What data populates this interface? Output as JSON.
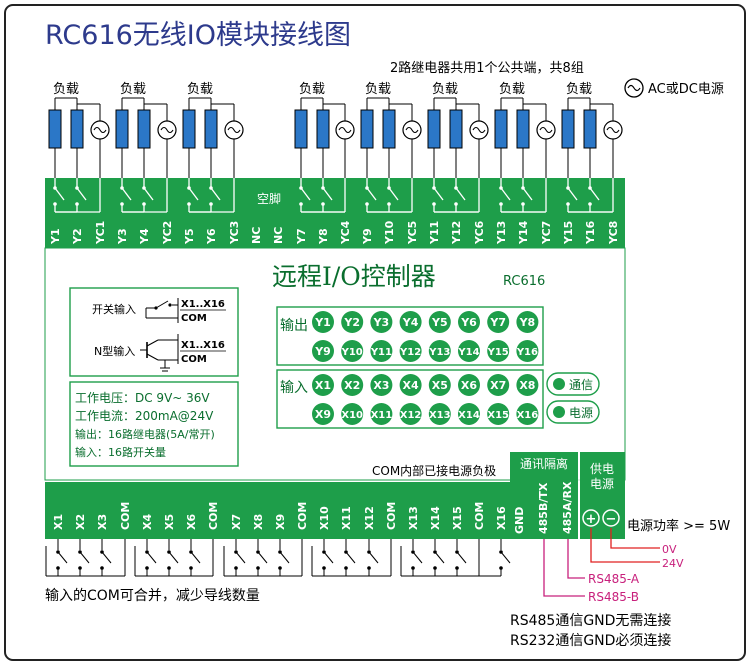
{
  "title": "RC616无线IO模块接线图",
  "note_top": "2路继电器共用1个公共端，共8组",
  "ac_dc_label": "AC或DC电源",
  "load_label": "负载",
  "top_terminals": [
    "Y1",
    "Y2",
    "YC1",
    "Y3",
    "Y4",
    "YC2",
    "Y5",
    "Y6",
    "YC3",
    "NC",
    "NC",
    "Y7",
    "Y8",
    "YC4",
    "Y9",
    "Y10",
    "YC5",
    "Y11",
    "Y12",
    "YC6",
    "Y13",
    "Y14",
    "YC7",
    "Y15",
    "Y16",
    "YC8"
  ],
  "kongjiao": "空脚",
  "controller_title": "远程I/O控制器",
  "model": "RC616",
  "switch_input": {
    "label": "开关输入",
    "pins_top": "X1..X16",
    "pins_bottom": "COM"
  },
  "npn_input": {
    "label": "N型输入",
    "pins_top": "X1..X16",
    "pins_bottom": "COM"
  },
  "specs": [
    "工作电压：DC 9V~ 36V",
    "工作电流：200mA@24V",
    "输出：16路继电器(5A/常开)",
    "输入：16路开关量"
  ],
  "output_label": "输出",
  "outputs_row1": [
    "Y1",
    "Y2",
    "Y3",
    "Y4",
    "Y5",
    "Y6",
    "Y7",
    "Y8"
  ],
  "outputs_row2": [
    "Y9",
    "Y10",
    "Y11",
    "Y12",
    "Y13",
    "Y14",
    "Y15",
    "Y16"
  ],
  "input_label": "输入",
  "inputs_row1": [
    "X1",
    "X2",
    "X3",
    "X4",
    "X5",
    "X6",
    "X7",
    "X8"
  ],
  "inputs_row2": [
    "X9",
    "X10",
    "X11",
    "X12",
    "X13",
    "X14",
    "X15",
    "X16"
  ],
  "comm_led": "通信",
  "power_led": "电源",
  "com_note": "COM内部已接电源负极",
  "isolation": "通讯隔离",
  "power_block": "供电\n电源",
  "bottom_terminals": [
    "X1",
    "X2",
    "X3",
    "COM",
    "X4",
    "X5",
    "X6",
    "COM",
    "X7",
    "X8",
    "X9",
    "COM",
    "X10",
    "X11",
    "X12",
    "COM",
    "X13",
    "X14",
    "X15",
    "COM",
    "X16"
  ],
  "comm_terminals": [
    "GND",
    "485B/TX",
    "485A/RX"
  ],
  "power_signs": [
    "⊕",
    "⊖"
  ],
  "power_note": "电源功率 >= 5W",
  "v0": "0V",
  "v24": "24V",
  "rs485a": "RS485-A",
  "rs485b": "RS485-B",
  "com_merge_note": "输入的COM可合并，减少导线数量",
  "gnd_note1": "RS485通信GND无需连接",
  "gnd_note2": "RS232通信GND必须连接",
  "colors": {
    "green": "#1e9e4a",
    "dark": "#0a6e2e",
    "blue": "#2b77c7",
    "title": "#2d3a8c",
    "magenta": "#c8207c",
    "red": "#e02020"
  }
}
